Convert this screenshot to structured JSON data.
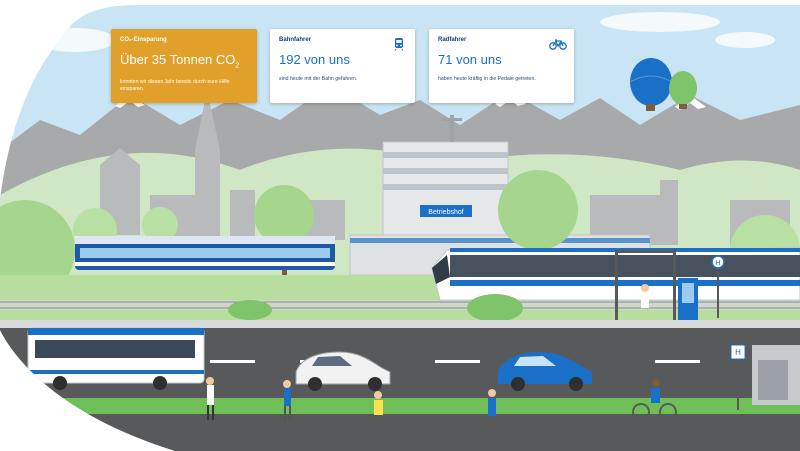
{
  "cards": {
    "co2": {
      "label": "CO₂-Einsparung",
      "headline": "Über 35 Tonnen CO",
      "headline_sub": "2",
      "text": "konnten wir dieses Jahr bereits durch eure Hilfe einsparen."
    },
    "rail": {
      "label": "Bahnfahrer",
      "headline": "192 von uns",
      "text": "sind heute mit der Bahn gefahren.",
      "icon": "train-icon"
    },
    "bike": {
      "label": "Radfahrer",
      "headline": "71 von uns",
      "text": "haben heute kräftig in die Pedale getreten.",
      "icon": "bicycle-icon"
    }
  },
  "scene": {
    "depot_sign": "Betriebshof",
    "bus_stop_sign": "H",
    "tram_stop_sign": "H"
  },
  "colors": {
    "sky": "#c9e4f4",
    "mountain": "#a7a9ab",
    "hills": "#cfe7c4",
    "grass": "#a6d58d",
    "road": "#58595b",
    "accent_blue": "#1a6fc6",
    "card_orange": "#e0a02a"
  }
}
